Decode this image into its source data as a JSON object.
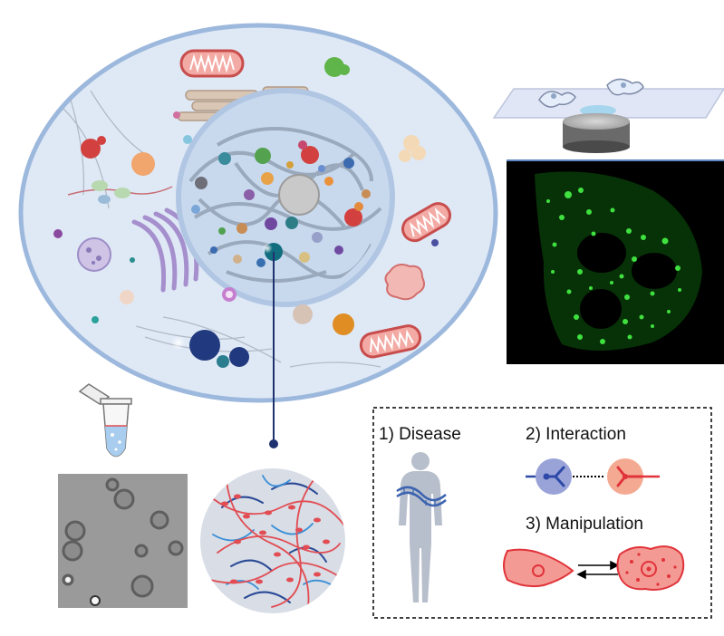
{
  "panels": {
    "disease": {
      "label": "1) Disease"
    },
    "interaction": {
      "label": "2) Interaction"
    },
    "manipulation": {
      "label": "3) Manipulation"
    }
  },
  "colors": {
    "cell_fill": "#dfe9f6",
    "cell_border": "#9db8dd",
    "nucleus_fill": "#c8d9ee",
    "connector": "#1e3270",
    "fluorescence": "#3fe03f",
    "blue_receptor": "#2d4aa8",
    "red_receptor": "#e0333a",
    "red_cell": "#f49a94",
    "figure": "#b8bfcc"
  },
  "icons": {
    "microscope": "microscope-icon",
    "tube": "microcentrifuge-tube-icon",
    "human": "human-silhouette-icon",
    "arrows": "reversible-arrows-icon"
  }
}
